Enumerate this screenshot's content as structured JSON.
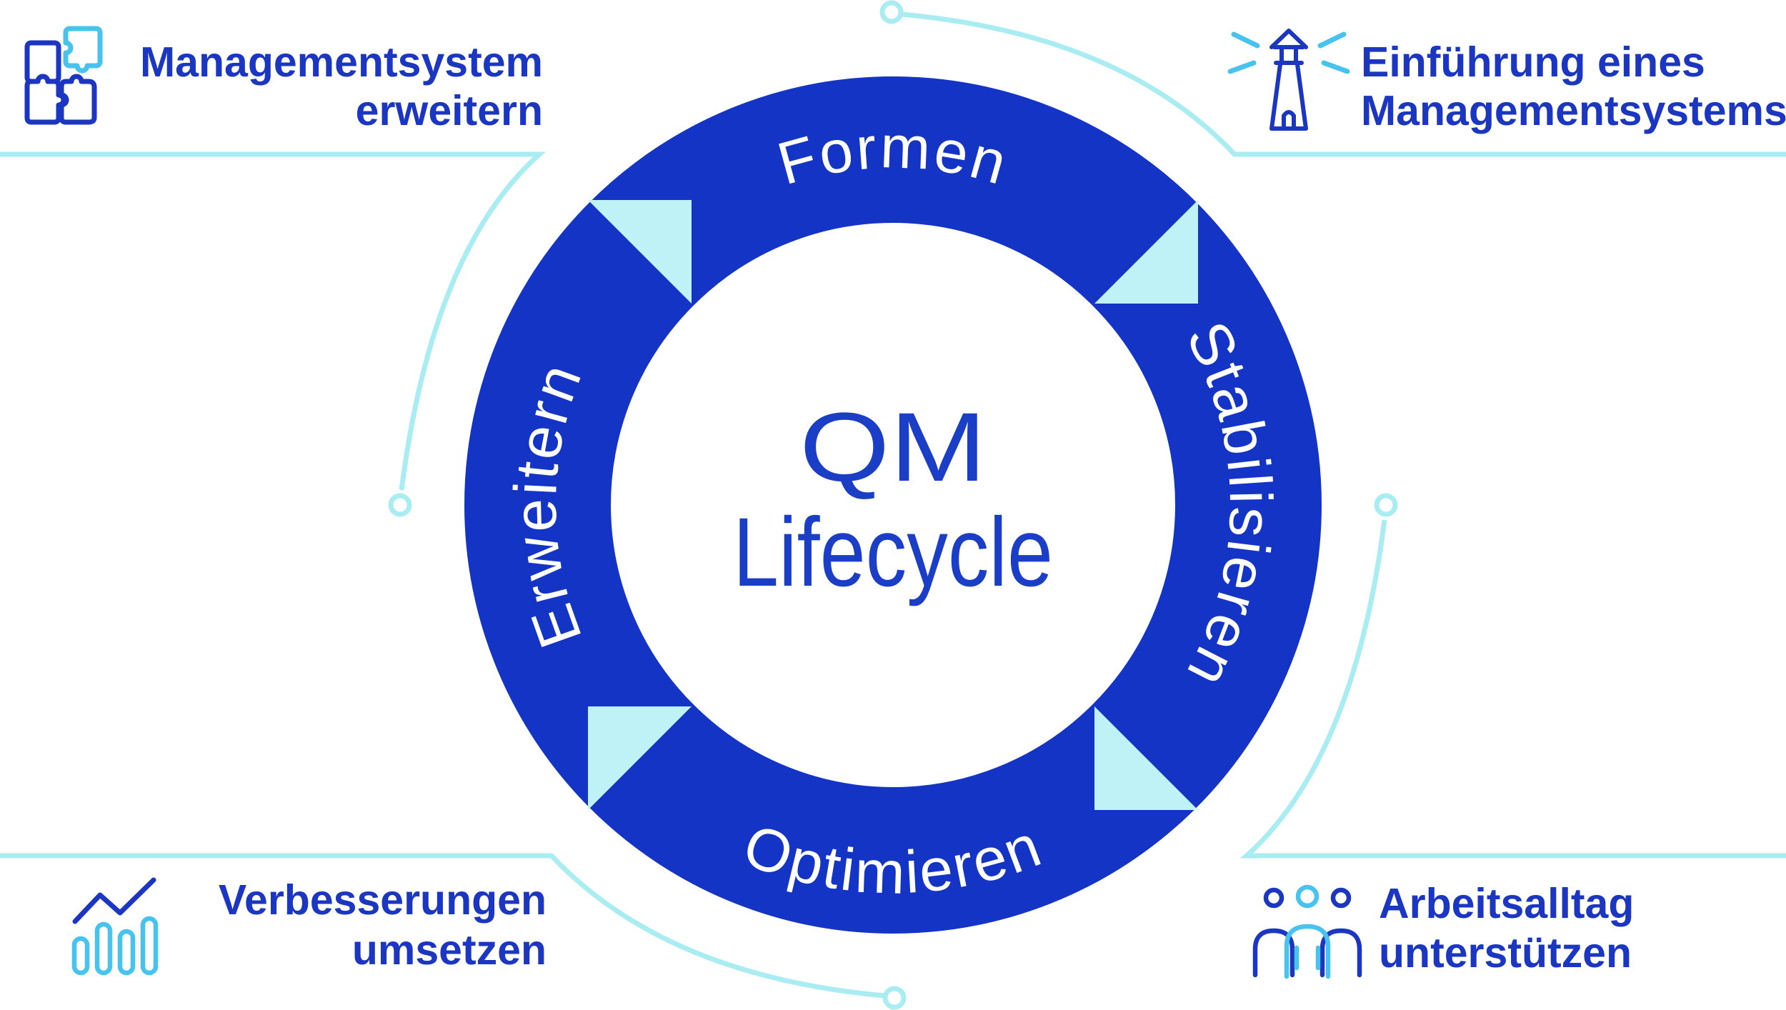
{
  "diagram": {
    "center": {
      "line1": "QM",
      "line2": "Lifecycle"
    },
    "ring_segments": [
      {
        "label": "Formen",
        "position": "top"
      },
      {
        "label": "Stabilisieren",
        "position": "right"
      },
      {
        "label": "Optimieren",
        "position": "bottom"
      },
      {
        "label": "Erweitern",
        "position": "left"
      }
    ],
    "colors": {
      "ring_blue": "#1334c4",
      "corner_text_blue": "#1b36c1",
      "center_text_blue": "#1b3ec7",
      "icon_accent_cyan": "#47c3ee",
      "arrow_pale_cyan": "#bff2f7",
      "connector_cyan": "#a9edf3",
      "ring_label_white": "#ffffff"
    }
  },
  "corner_labels": {
    "top_left": {
      "icon": "puzzle-icon",
      "line1": "Managementsystem",
      "line2": "erweitern"
    },
    "top_right": {
      "icon": "lighthouse-icon",
      "line1": "Einführung eines",
      "line2": "Managementsystems"
    },
    "bottom_left": {
      "icon": "bar-chart-icon",
      "line1": "Verbesserungen",
      "line2": "umsetzen"
    },
    "bottom_right": {
      "icon": "people-icon",
      "line1": "Arbeitsalltag",
      "line2": "unterstützen"
    }
  }
}
